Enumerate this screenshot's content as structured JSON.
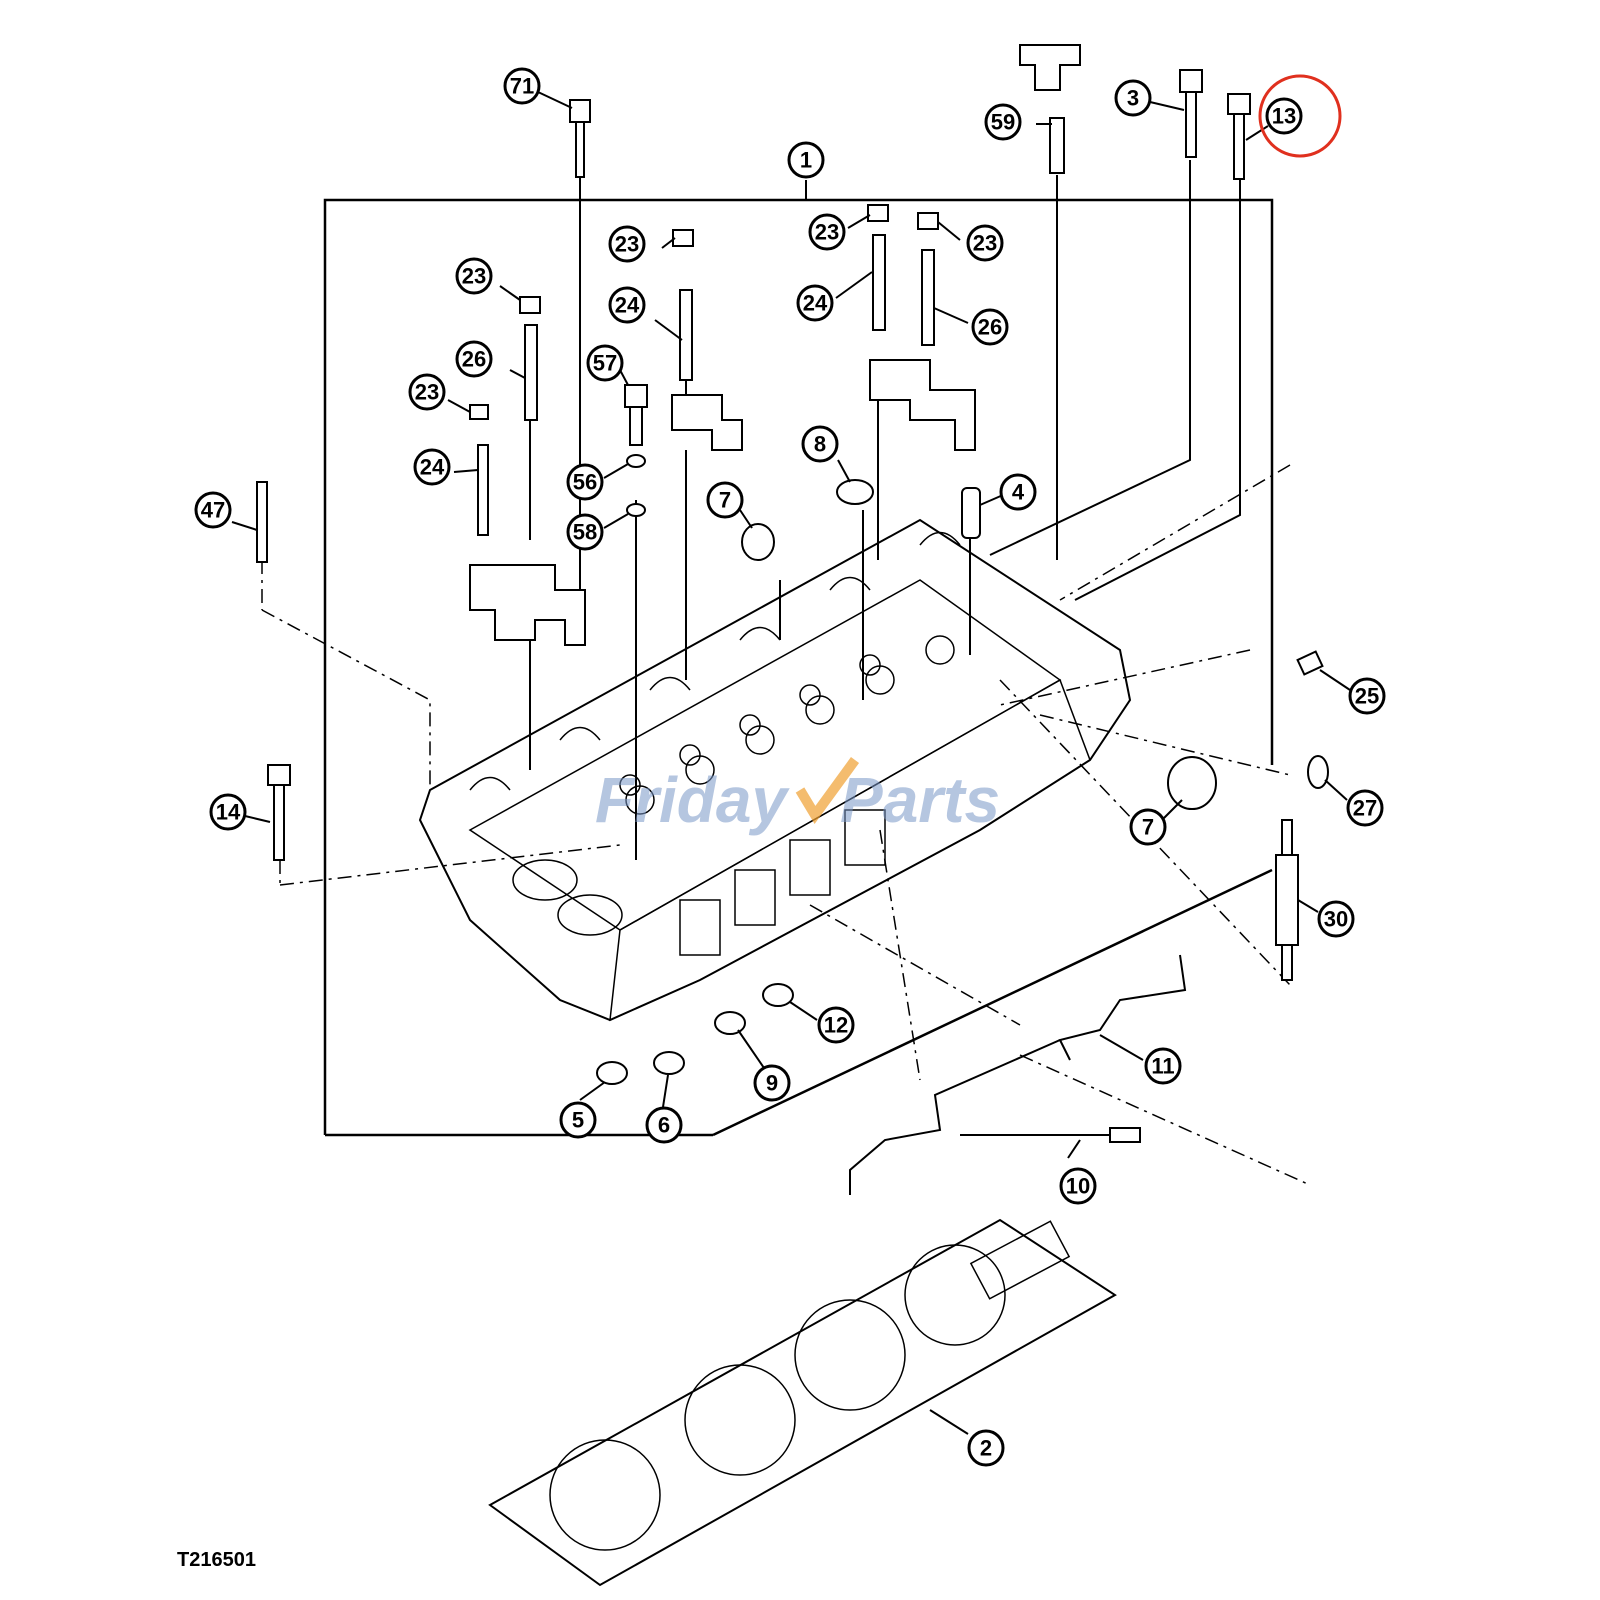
{
  "diagram": {
    "drawing_number": "T216501",
    "watermark": {
      "text_left": "Friday",
      "text_right": "Parts",
      "brand_color": "#5b7fc0",
      "accent_color": "#f0a030"
    },
    "highlight": {
      "target_callout": "13",
      "color": "#e0301e"
    },
    "callouts": {
      "c71": "71",
      "c1": "1",
      "c59": "59",
      "c3": "3",
      "c13": "13",
      "c23a": "23",
      "c23b": "23",
      "c23c": "23",
      "c23d": "23",
      "c23e": "23",
      "c24a": "24",
      "c24b": "24",
      "c24c": "24",
      "c26a": "26",
      "c26b": "26",
      "c57": "57",
      "c56": "56",
      "c58": "58",
      "c8": "8",
      "c7a": "7",
      "c7b": "7",
      "c4": "4",
      "c47": "47",
      "c14": "14",
      "c25": "25",
      "c27": "27",
      "c30": "30",
      "c12": "12",
      "c11": "11",
      "c9": "9",
      "c5": "5",
      "c6": "6",
      "c10": "10",
      "c2": "2"
    }
  }
}
